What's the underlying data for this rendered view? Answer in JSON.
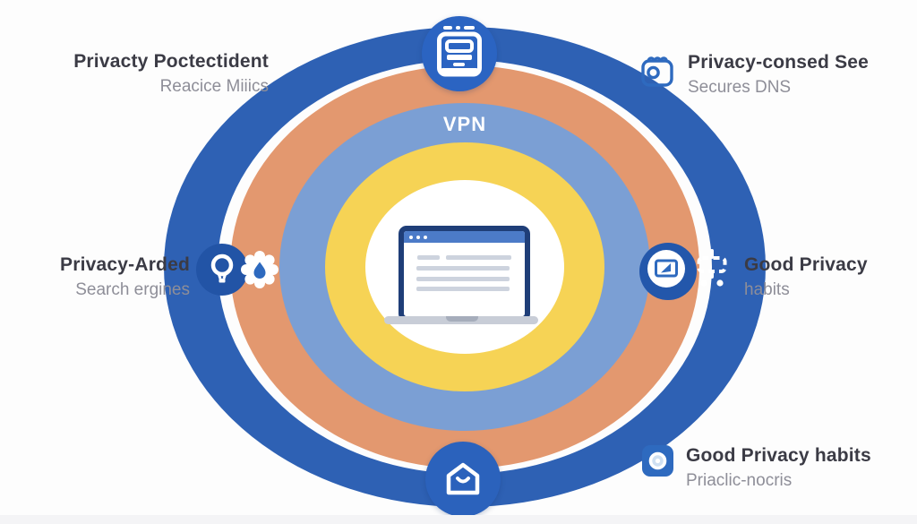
{
  "diagram": {
    "center_label": "VPN",
    "rings": [
      {
        "name": "outer-blue-ring",
        "color": "#2e61b4"
      },
      {
        "name": "white-gap-ring",
        "color": "#fdfdfd"
      },
      {
        "name": "orange-ring",
        "color": "#e3986f"
      },
      {
        "name": "light-blue-ring",
        "color": "#7b9fd4"
      },
      {
        "name": "yellow-ring",
        "color": "#f6d355"
      },
      {
        "name": "white-core",
        "color": "#ffffff"
      }
    ]
  },
  "labels": {
    "top_left": {
      "title": "Privacty Poctectident",
      "subtitle": "Reacice Miiics"
    },
    "top_right": {
      "title": "Privacy-consed See",
      "subtitle": "Secures DNS"
    },
    "mid_left": {
      "title": "Privacy-Arded",
      "subtitle": "Search ergines"
    },
    "mid_right": {
      "title": "Good Privacy",
      "subtitle": "habits"
    },
    "bottom_right": {
      "title": "Good Privacy habits",
      "subtitle": "Priaclic-nocris"
    }
  },
  "icons": {
    "top_center": "notebook-icon",
    "top_right": "notepad-camera-icon",
    "mid_left_primary": "balloon-icon",
    "mid_left_secondary": "gear-drop-icon",
    "mid_right_primary": "screen-share-icon",
    "mid_right_secondary": "signpost-icon",
    "bottom_center": "mail-icon",
    "bottom_right": "camera-badge-icon",
    "center": "laptop-illustration"
  },
  "colors": {
    "background": "#fdfdfd",
    "badge_blue_top": "#2b64c2",
    "badge_blue_bottom": "#2b62bc",
    "badge_blue_left": "#2254a6",
    "badge_blue_right": "#2357ab",
    "glyph_blue": "#2e6abf",
    "heading_text": "#3b3b45",
    "subtitle_text": "#8e8e98",
    "laptop_frame": "#1f3e78",
    "laptop_titlebar": "#4c7bc8"
  }
}
